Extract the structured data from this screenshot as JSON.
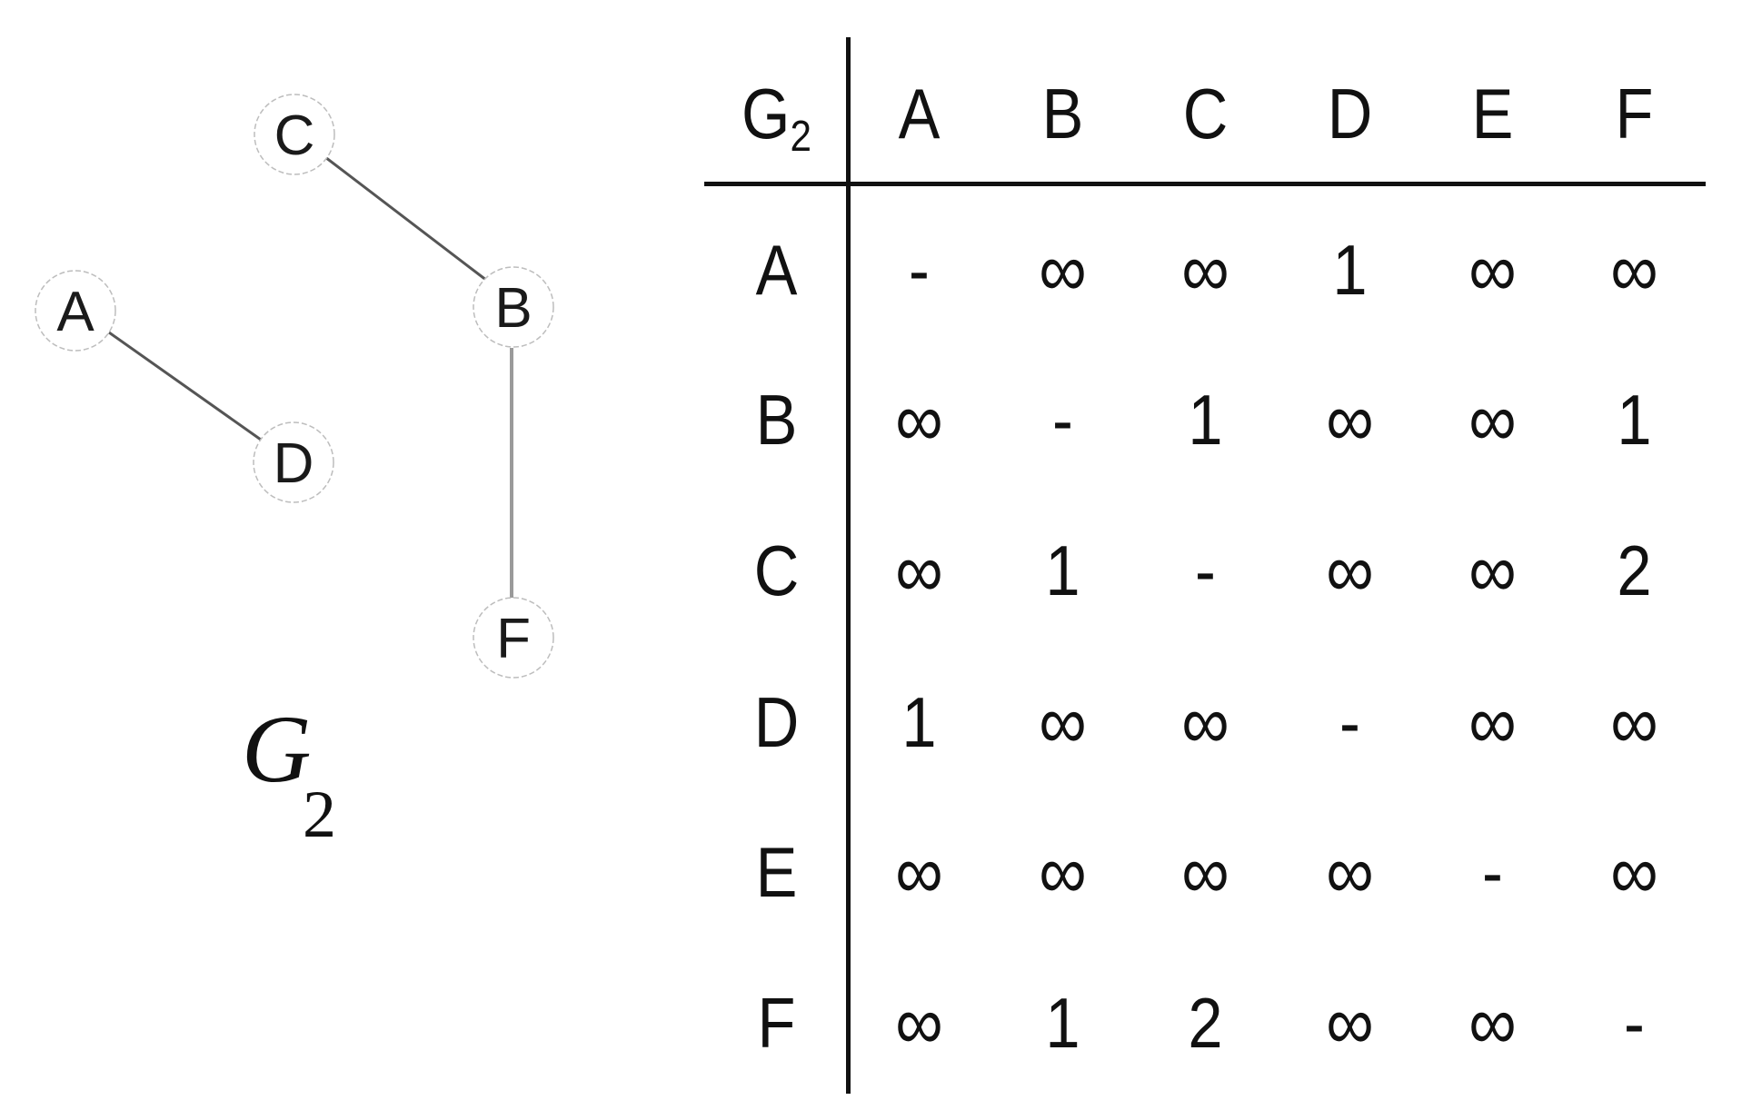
{
  "graph": {
    "title": "G",
    "title_subscript": "2",
    "nodes": [
      {
        "id": "A",
        "label": "A"
      },
      {
        "id": "B",
        "label": "B"
      },
      {
        "id": "C",
        "label": "C"
      },
      {
        "id": "D",
        "label": "D"
      },
      {
        "id": "F",
        "label": "F"
      }
    ],
    "edges": [
      {
        "from": "C",
        "to": "B"
      },
      {
        "from": "A",
        "to": "D"
      },
      {
        "from": "B",
        "to": "F"
      }
    ]
  },
  "table": {
    "corner": "G",
    "corner_subscript": "2",
    "columns": [
      "A",
      "B",
      "C",
      "D",
      "E",
      "F"
    ],
    "rows": [
      {
        "label": "A",
        "cells": [
          "-",
          "∞",
          "∞",
          "1",
          "∞",
          "∞"
        ]
      },
      {
        "label": "B",
        "cells": [
          "∞",
          "-",
          "1",
          "∞",
          "∞",
          "1"
        ]
      },
      {
        "label": "C",
        "cells": [
          "∞",
          "1",
          "-",
          "∞",
          "∞",
          "2"
        ]
      },
      {
        "label": "D",
        "cells": [
          "1",
          "∞",
          "∞",
          "-",
          "∞",
          "∞"
        ]
      },
      {
        "label": "E",
        "cells": [
          "∞",
          "∞",
          "∞",
          "∞",
          "-",
          "∞"
        ]
      },
      {
        "label": "F",
        "cells": [
          "∞",
          "1",
          "2",
          "∞",
          "∞",
          "-"
        ]
      }
    ]
  },
  "colors": {
    "edge": "#555555",
    "edge_light": "#9a9a9a",
    "node_border": "#bdbdbd",
    "text": "#111111",
    "table_lines": "#111111"
  }
}
